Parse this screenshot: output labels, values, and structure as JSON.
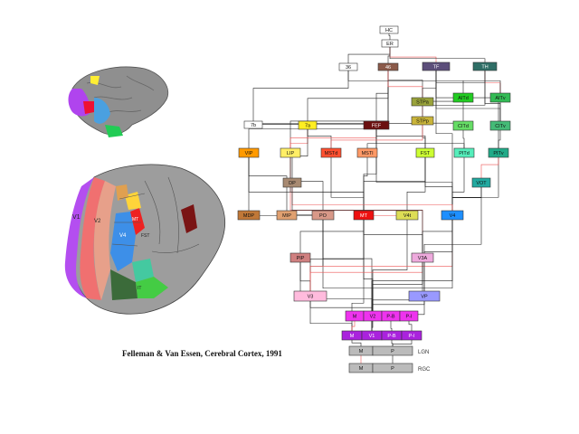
{
  "caption": "Felleman & Van Essen, Cerebral Cortex, 1991",
  "side_labels": {
    "lgn": "LGN",
    "rgc": "RGC"
  },
  "nodes": [
    {
      "id": "HC",
      "label": "HC",
      "color": "#ffffff"
    },
    {
      "id": "ER",
      "label": "ER",
      "color": "#ffffff"
    },
    {
      "id": "36",
      "label": "36",
      "color": "#ffffff"
    },
    {
      "id": "46",
      "label": "46",
      "color": "#8b5a4a"
    },
    {
      "id": "TF",
      "label": "TF",
      "color": "#5c4e7a"
    },
    {
      "id": "TH",
      "label": "TH",
      "color": "#2f6e66"
    },
    {
      "id": "STPa",
      "label": "STPa",
      "color": "#9aa33b"
    },
    {
      "id": "AITd",
      "label": "AITd",
      "color": "#22cc22"
    },
    {
      "id": "AITv",
      "label": "AITv",
      "color": "#33bb55"
    },
    {
      "id": "STPp",
      "label": "STPp",
      "color": "#c9b43a"
    },
    {
      "id": "CITd",
      "label": "CITd",
      "color": "#66dd66"
    },
    {
      "id": "CITv",
      "label": "CITv",
      "color": "#44bb77"
    },
    {
      "id": "7b",
      "label": "7b",
      "color": "#ffffff"
    },
    {
      "id": "7a",
      "label": "7a",
      "color": "#ffee22"
    },
    {
      "id": "FEF",
      "label": "FEF",
      "color": "#6b1010"
    },
    {
      "id": "VIP",
      "label": "VIP",
      "color": "#ff9a00"
    },
    {
      "id": "LIP",
      "label": "LIP",
      "color": "#ffee66"
    },
    {
      "id": "MSTd",
      "label": "MSTd",
      "color": "#ff5030"
    },
    {
      "id": "MSTl",
      "label": "MSTl",
      "color": "#ff9966"
    },
    {
      "id": "FST",
      "label": "FST",
      "color": "#ccff33"
    },
    {
      "id": "PITd",
      "label": "PITd",
      "color": "#55eebb"
    },
    {
      "id": "PITv",
      "label": "PITv",
      "color": "#22aa88"
    },
    {
      "id": "DP",
      "label": "DP",
      "color": "#a88a72"
    },
    {
      "id": "VOT",
      "label": "VOT",
      "color": "#22a9a0"
    },
    {
      "id": "MDP",
      "label": "MDP",
      "color": "#c07838"
    },
    {
      "id": "MIP",
      "label": "MIP",
      "color": "#e0a070"
    },
    {
      "id": "PO",
      "label": "PO",
      "color": "#d89888"
    },
    {
      "id": "MT",
      "label": "MT",
      "color": "#ee1111"
    },
    {
      "id": "V4t",
      "label": "V4t",
      "color": "#dddd55"
    },
    {
      "id": "V4",
      "label": "V4",
      "color": "#1e8fff"
    },
    {
      "id": "PIP",
      "label": "PIP",
      "color": "#d08080"
    },
    {
      "id": "V3A",
      "label": "V3A",
      "color": "#eeaadd"
    },
    {
      "id": "V3",
      "label": "V3",
      "color": "#ffbbdd"
    },
    {
      "id": "VP",
      "label": "VP",
      "color": "#9999ff"
    },
    {
      "id": "V2M",
      "label": "M",
      "color": "#ee33ee"
    },
    {
      "id": "V2",
      "label": "V2",
      "color": "#ee33ee"
    },
    {
      "id": "V2PB",
      "label": "P-B",
      "color": "#ee33ee"
    },
    {
      "id": "V2PI",
      "label": "P-I",
      "color": "#ee33ee"
    },
    {
      "id": "V1M",
      "label": "M",
      "color": "#aa22dd"
    },
    {
      "id": "V1",
      "label": "V1",
      "color": "#aa22dd"
    },
    {
      "id": "V1PB",
      "label": "P-B",
      "color": "#aa22dd"
    },
    {
      "id": "V1PI",
      "label": "P-I",
      "color": "#aa22dd"
    },
    {
      "id": "LGNM",
      "label": "M",
      "color": "#bbbbbb"
    },
    {
      "id": "LGNP",
      "label": "P",
      "color": "#bbbbbb"
    },
    {
      "id": "RGCM",
      "label": "M",
      "color": "#bbbbbb"
    },
    {
      "id": "RGCP",
      "label": "P",
      "color": "#bbbbbb"
    }
  ],
  "edges": [
    [
      "HC",
      "ER"
    ],
    [
      "ER",
      "36"
    ],
    [
      "ER",
      "46"
    ],
    [
      "ER",
      "TF"
    ],
    [
      "ER",
      "TH"
    ],
    [
      "46",
      "STPa"
    ],
    [
      "46",
      "FEF"
    ],
    [
      "46",
      "7a"
    ],
    [
      "46",
      "LIP"
    ],
    [
      "46",
      "VIP"
    ],
    [
      "46",
      "STPp"
    ],
    [
      "TF",
      "AITd"
    ],
    [
      "TF",
      "AITv"
    ],
    [
      "TF",
      "STPa"
    ],
    [
      "TF",
      "CITv"
    ],
    [
      "TF",
      "PITv"
    ],
    [
      "TF",
      "V4"
    ],
    [
      "TH",
      "AITv"
    ],
    [
      "TH",
      "CITv"
    ],
    [
      "TH",
      "STPp"
    ],
    [
      "36",
      "7b"
    ],
    [
      "36",
      "AITv"
    ],
    [
      "7b",
      "7a"
    ],
    [
      "7b",
      "FEF"
    ],
    [
      "7a",
      "LIP"
    ],
    [
      "7a",
      "MSTd"
    ],
    [
      "7a",
      "STPp"
    ],
    [
      "7a",
      "DP"
    ],
    [
      "7a",
      "FEF"
    ],
    [
      "FEF",
      "MSTl"
    ],
    [
      "FEF",
      "FST"
    ],
    [
      "FEF",
      "LIP"
    ],
    [
      "FEF",
      "MT"
    ],
    [
      "FEF",
      "V4"
    ],
    [
      "FEF",
      "PITd"
    ],
    [
      "STPa",
      "AITd"
    ],
    [
      "STPp",
      "CITd"
    ],
    [
      "STPp",
      "FST"
    ],
    [
      "STPp",
      "MSTd"
    ],
    [
      "AITd",
      "CITd"
    ],
    [
      "AITv",
      "CITv"
    ],
    [
      "CITd",
      "PITd"
    ],
    [
      "CITv",
      "PITv"
    ],
    [
      "PITd",
      "V4"
    ],
    [
      "PITv",
      "V4"
    ],
    [
      "PITv",
      "VOT"
    ],
    [
      "VOT",
      "V4"
    ],
    [
      "VOT",
      "VP"
    ],
    [
      "VIP",
      "MT"
    ],
    [
      "VIP",
      "MDP"
    ],
    [
      "VIP",
      "MIP"
    ],
    [
      "LIP",
      "PO"
    ],
    [
      "LIP",
      "V3A"
    ],
    [
      "LIP",
      "MT"
    ],
    [
      "MSTd",
      "MT"
    ],
    [
      "MSTl",
      "MT"
    ],
    [
      "FST",
      "MT"
    ],
    [
      "FST",
      "V4"
    ],
    [
      "FST",
      "V4t"
    ],
    [
      "DP",
      "V4"
    ],
    [
      "DP",
      "V3A"
    ],
    [
      "MDP",
      "PO"
    ],
    [
      "MIP",
      "PO"
    ],
    [
      "PO",
      "V3"
    ],
    [
      "PO",
      "V2"
    ],
    [
      "PO",
      "V1"
    ],
    [
      "MT",
      "V4t"
    ],
    [
      "MT",
      "V3"
    ],
    [
      "MT",
      "V2"
    ],
    [
      "MT",
      "V1M"
    ],
    [
      "MT",
      "PIP"
    ],
    [
      "MT",
      "V3A"
    ],
    [
      "V4t",
      "V2"
    ],
    [
      "V4",
      "V3"
    ],
    [
      "V4",
      "V2"
    ],
    [
      "V4",
      "V3A"
    ],
    [
      "V4",
      "VP"
    ],
    [
      "V4",
      "V1"
    ],
    [
      "PIP",
      "V3"
    ],
    [
      "PIP",
      "V2"
    ],
    [
      "V3A",
      "V3"
    ],
    [
      "V3A",
      "V2"
    ],
    [
      "V3A",
      "V1"
    ],
    [
      "V3",
      "V2"
    ],
    [
      "V3",
      "V1M"
    ],
    [
      "VP",
      "V2"
    ],
    [
      "VP",
      "V1"
    ],
    [
      "V2M",
      "V1M"
    ],
    [
      "V2",
      "V1"
    ],
    [
      "V2PB",
      "V1PB"
    ],
    [
      "V2PI",
      "V1PI"
    ],
    [
      "V1M",
      "LGNM"
    ],
    [
      "V1PB",
      "LGNP"
    ],
    [
      "V1PI",
      "LGNP"
    ],
    [
      "LGNM",
      "RGCM"
    ],
    [
      "LGNP",
      "RGCP"
    ]
  ],
  "highlight_color": "#ee5555"
}
